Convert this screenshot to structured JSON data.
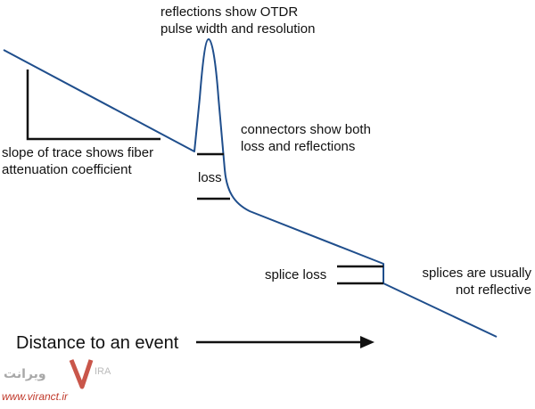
{
  "diagram": {
    "labels": {
      "reflections_line1": "reflections show OTDR",
      "reflections_line2": "pulse width and resolution",
      "connectors_line1": "connectors show both",
      "connectors_line2": "loss and reflections",
      "slope_line1": "slope of trace shows fiber",
      "slope_line2": "attenuation coefficient",
      "loss": "loss",
      "splice_loss": "splice loss",
      "splices_line1": "splices are usually",
      "splices_line2": "not reflective",
      "distance": "Distance to an event"
    },
    "colors": {
      "trace": "#1f4e8c",
      "annotation": "#111111",
      "text": "#111111"
    }
  },
  "watermark": {
    "brand_text": "ويرانت",
    "brand_suffix": "IRA",
    "url": "www.viranct.ir",
    "color": "#c0392b"
  }
}
